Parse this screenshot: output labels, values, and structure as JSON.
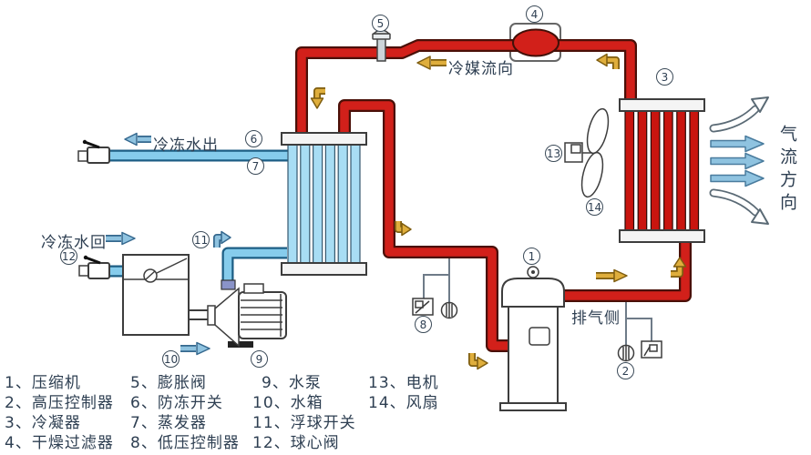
{
  "labels": {
    "refrigerant_flow": "冷媒流向",
    "chilled_water_out": "冷冻水出",
    "chilled_water_return": "冷冻水回",
    "exhaust_side": "排气侧",
    "airflow_direction": "气流方向"
  },
  "markers": [
    "1",
    "2",
    "3",
    "4",
    "5",
    "6",
    "7",
    "8",
    "9",
    "10",
    "11",
    "12",
    "13",
    "14"
  ],
  "legend": {
    "col1": [
      "1、压缩机",
      "2、高压控制器",
      "3、冷凝器",
      "4、干燥过滤器"
    ],
    "col2": [
      "5、膨胀阀",
      "6、防冻开关",
      "7、蒸发器",
      "8、低压控制器"
    ],
    "col3": [
      "9、水泵",
      "10、水箱",
      "11、浮球开关",
      "12、球心阀"
    ],
    "col4": [
      "13、电机",
      "14、风扇"
    ]
  },
  "colors": {
    "refrigerant_pipe": "#d2201a",
    "water_pipe": "#86ccec",
    "flow_arrow_yellow": "#dfae3c",
    "flow_arrow_blue": "#8fc3e0",
    "text": "#2e3f52"
  }
}
